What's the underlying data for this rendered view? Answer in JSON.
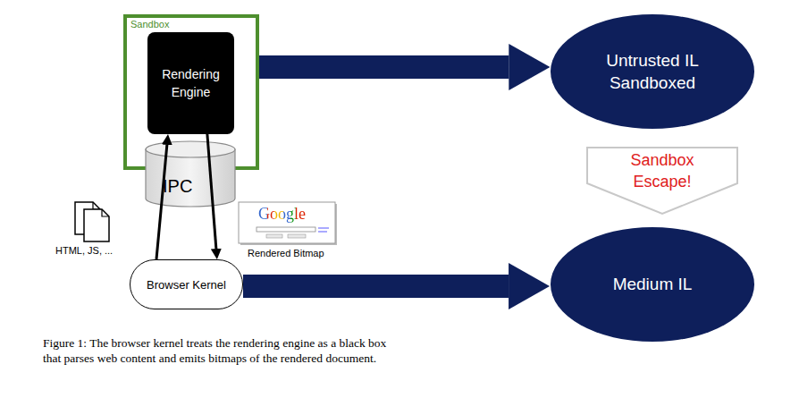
{
  "diagram": {
    "caption": "Figure 1: The browser kernel treats the rendering engine as a black box that parses web content and emits bitmaps of the rendered document.",
    "nodes": [
      {
        "text": [
          "Sandbox"
        ]
      },
      {
        "text": [
          "Rendering Engine"
        ],
        "in": 0
      },
      {
        "text": [
          "IPC"
        ]
      },
      {
        "text": [
          "Browser Kernel"
        ]
      },
      {
        "text": [
          "Untrusted IL Sandboxed"
        ]
      },
      {
        "text": [
          "Sandbox Escape!"
        ]
      },
      {
        "text": [
          "Medium IL"
        ]
      }
    ],
    "edges": [
      {
        "from": 3,
        "to": 1,
        "arrow": "to"
      },
      {
        "from": 1,
        "to": 3,
        "arrow": "to"
      },
      {
        "from": 0,
        "to": 4,
        "arrow": "to"
      },
      {
        "from": 3,
        "to": 6,
        "arrow": "to"
      }
    ],
    "labels": [
      "HTML, JS, ...",
      "Google",
      "Rendered Bitmap"
    ]
  }
}
